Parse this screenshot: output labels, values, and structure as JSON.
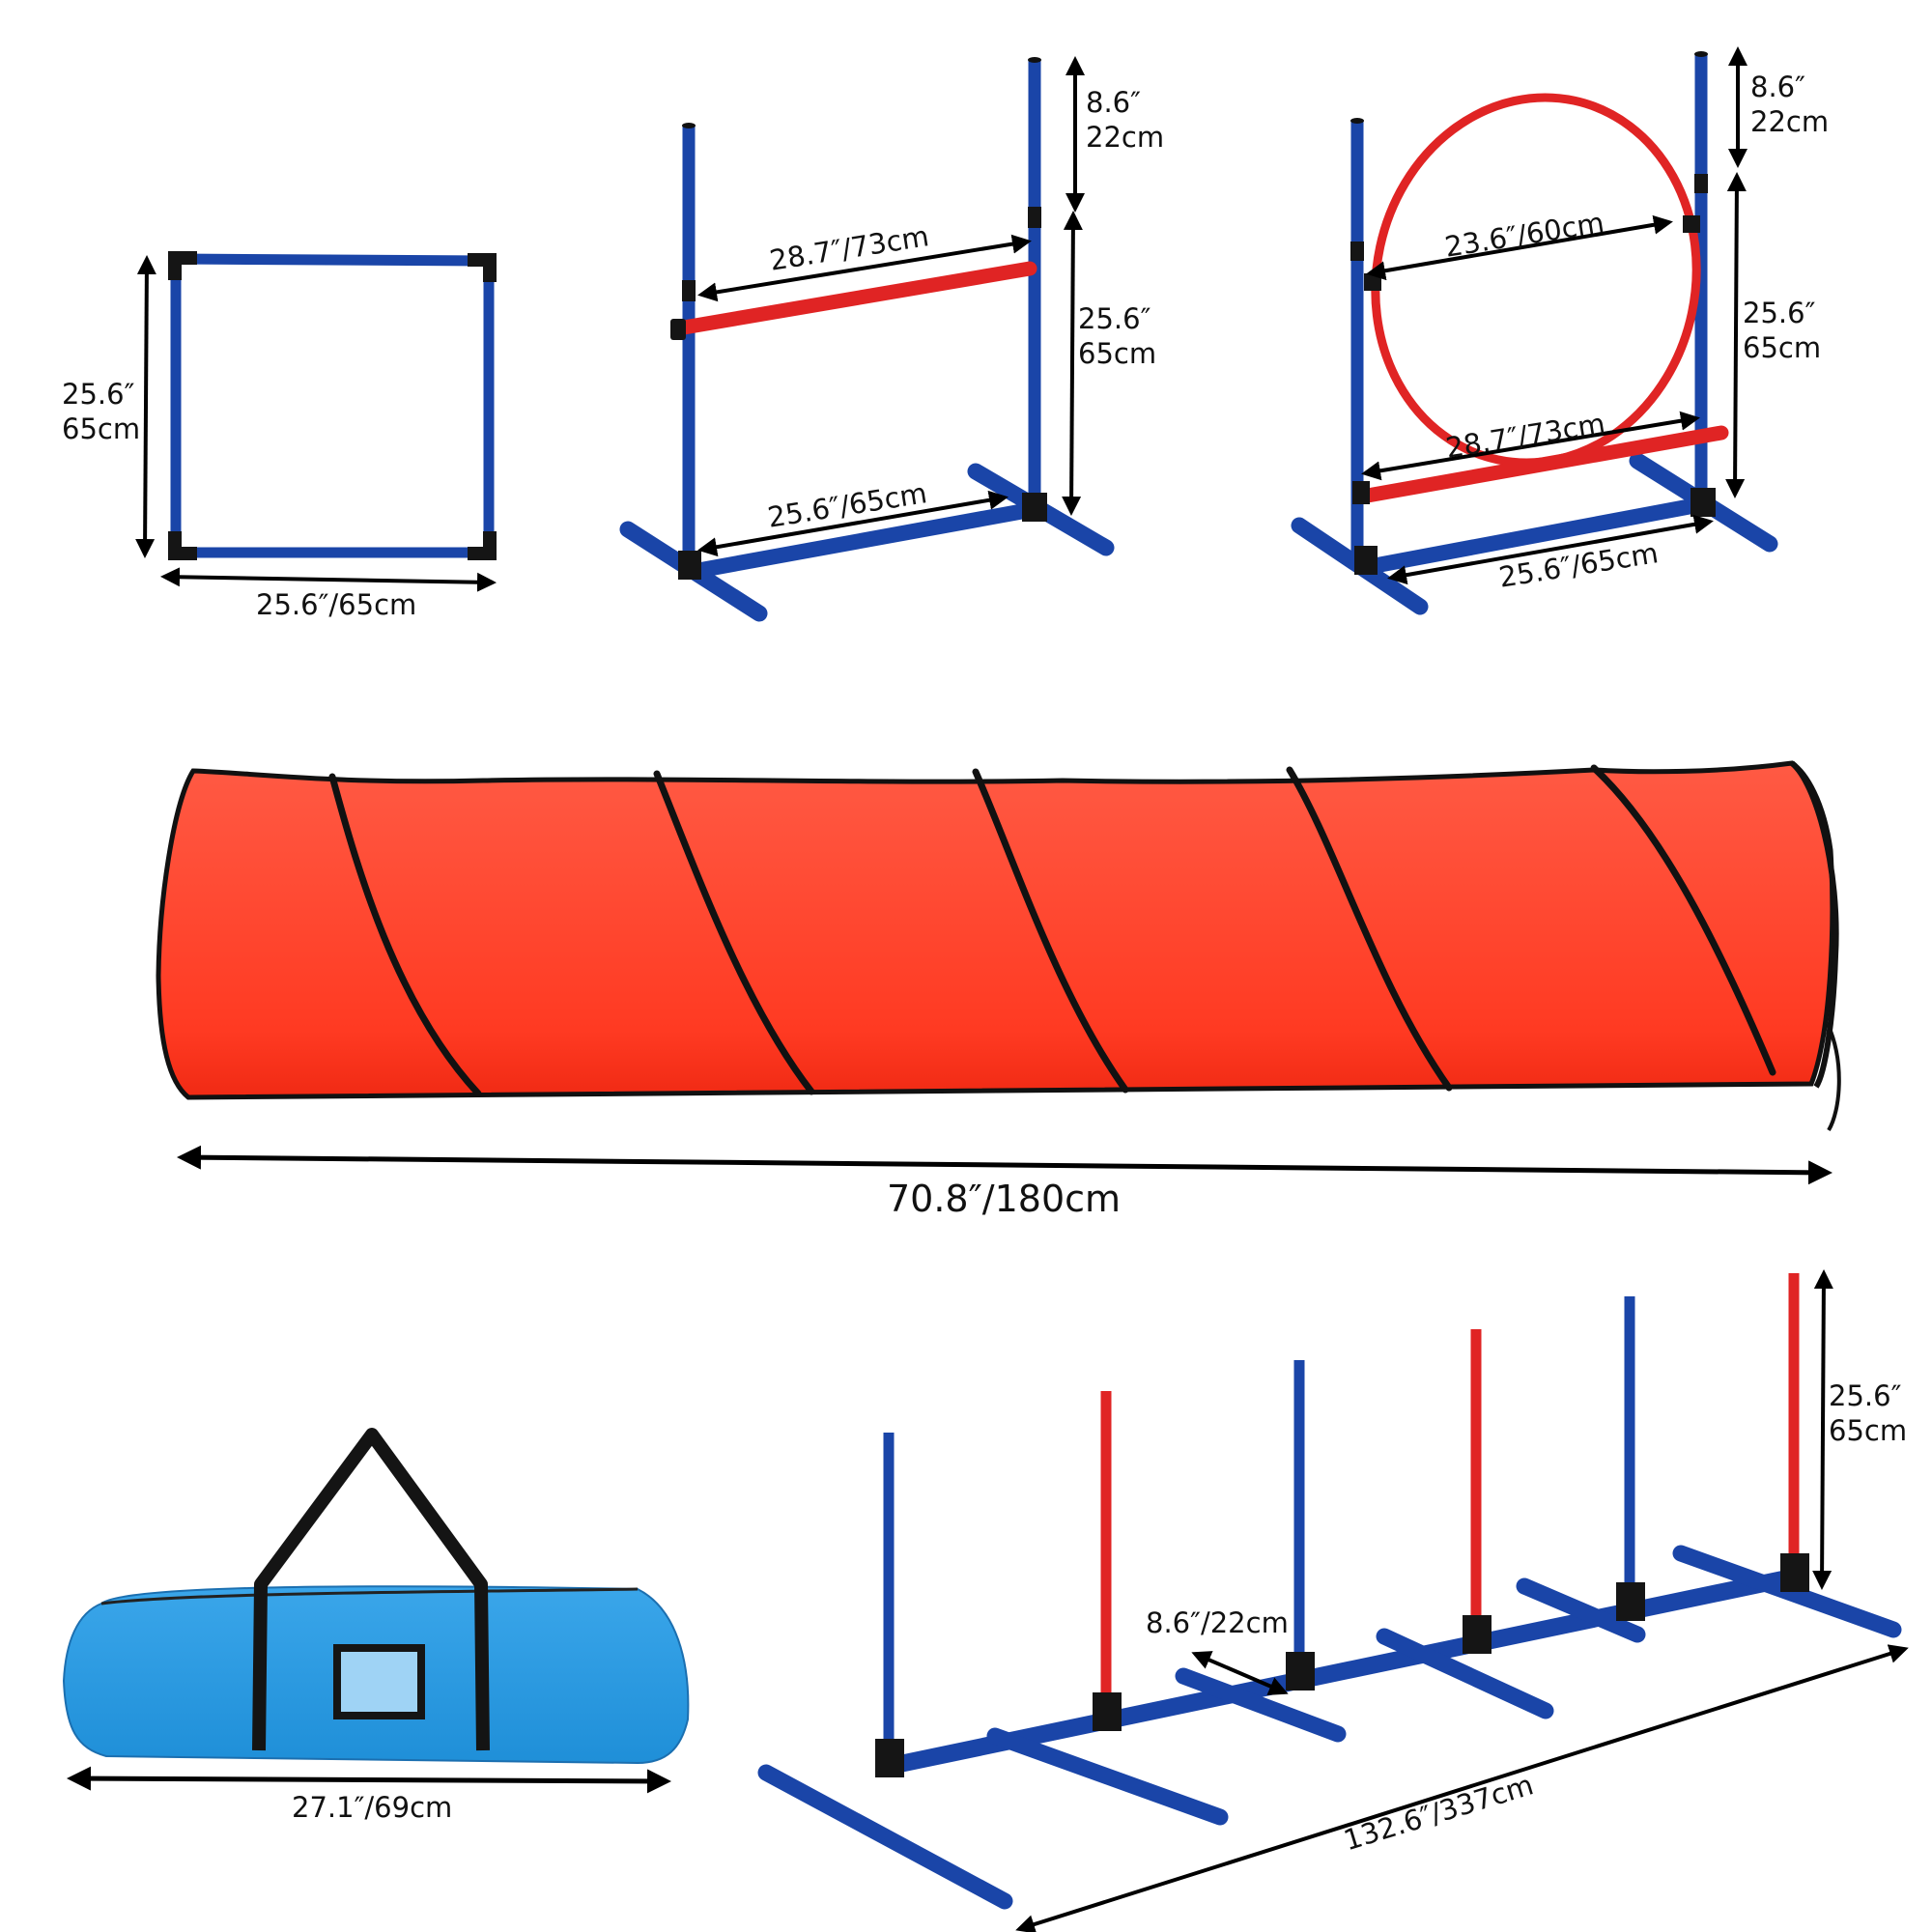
{
  "title": "Dog Agility Training Equipment Set – Dimensions",
  "colors": {
    "pole_blue": "#1a45a8",
    "bar_red": "#e02424",
    "tunnel_red": "#ff3a22",
    "bag_blue": "#2a9ae0",
    "connector_black": "#151515",
    "dimension_line": "#000000",
    "background": "#ffffff"
  },
  "items": [
    {
      "id": "square-frame",
      "name": "Pause box / square frame",
      "dimensions": {
        "height": {
          "inch": "25.6″",
          "cm": "65cm"
        },
        "width": "25.6″/65cm"
      }
    },
    {
      "id": "high-jump-hurdle",
      "name": "Bar jump hurdle",
      "dimensions": {
        "top_extension": {
          "inch": "8.6″",
          "cm": "22cm"
        },
        "height": {
          "inch": "25.6″",
          "cm": "65cm"
        },
        "bar_length": "28.7″/73cm",
        "base_width": "25.6″/65cm"
      }
    },
    {
      "id": "hoop-jump",
      "name": "Tire / hoop jump",
      "dimensions": {
        "top_extension": {
          "inch": "8.6″",
          "cm": "22cm"
        },
        "height": {
          "inch": "25.6″",
          "cm": "65cm"
        },
        "hoop_diameter": "23.6″/60cm",
        "bar_length": "28.7″/73cm",
        "base_width": "25.6″/65cm"
      }
    },
    {
      "id": "tunnel",
      "name": "Agility tunnel",
      "dimensions": {
        "length": "70.8″/180cm"
      }
    },
    {
      "id": "carry-bag",
      "name": "Storage carry bag",
      "dimensions": {
        "length": "27.1″/69cm"
      }
    },
    {
      "id": "weave-poles",
      "name": "Weave poles (6)",
      "pole_colors": [
        "blue",
        "red",
        "blue",
        "red",
        "blue",
        "red"
      ],
      "dimensions": {
        "pole_height": {
          "inch": "25.6″",
          "cm": "65cm"
        },
        "foot_length": "8.6″/22cm",
        "total_length": "132.6″/337cm"
      }
    }
  ]
}
